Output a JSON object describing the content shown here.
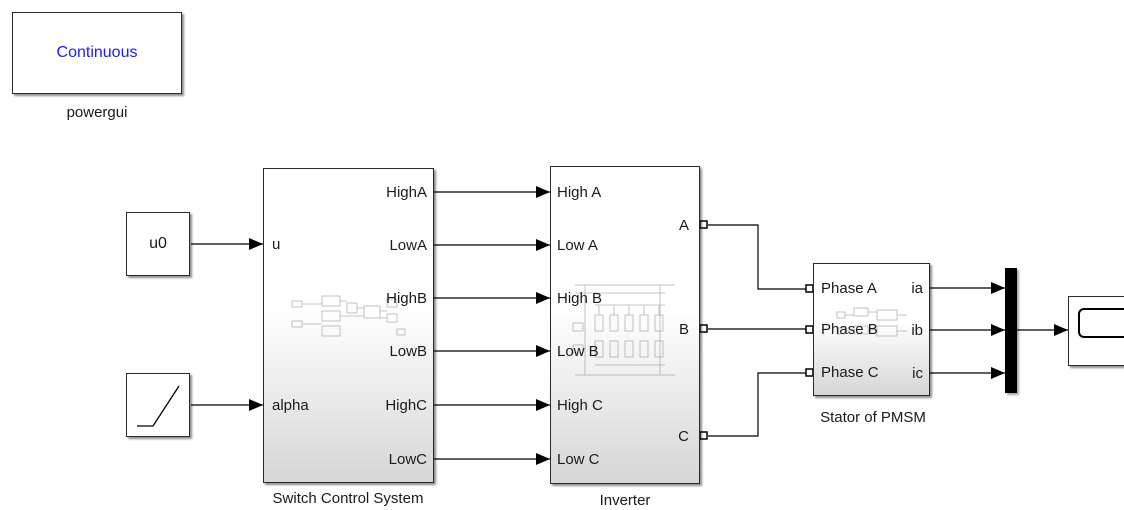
{
  "powergui": {
    "display": "Continuous",
    "caption": "powergui"
  },
  "constant": {
    "label": "u0"
  },
  "ramp": {
    "icon": "ramp-icon"
  },
  "switch_control": {
    "caption": "Switch Control System",
    "inputs": [
      "u",
      "alpha"
    ],
    "outputs": [
      "HighA",
      "LowA",
      "HighB",
      "LowB",
      "HighC",
      "LowC"
    ]
  },
  "inverter": {
    "caption": "Inverter",
    "inputs": [
      "High A",
      "Low A",
      "High B",
      "Low B",
      "High C",
      "Low C"
    ],
    "outputs": [
      "A",
      "B",
      "C"
    ]
  },
  "stator": {
    "caption": "Stator of PMSM",
    "inputs": [
      "Phase A",
      "Phase B",
      "Phase C"
    ],
    "outputs": [
      "ia",
      "ib",
      "ic"
    ]
  },
  "mux": {
    "icon": "mux-bar"
  },
  "scope": {
    "icon": "scope-icon"
  },
  "colors": {
    "powergui_text": "#1d1df0",
    "wire": "#000000",
    "block_border": "#2b2b2b"
  }
}
